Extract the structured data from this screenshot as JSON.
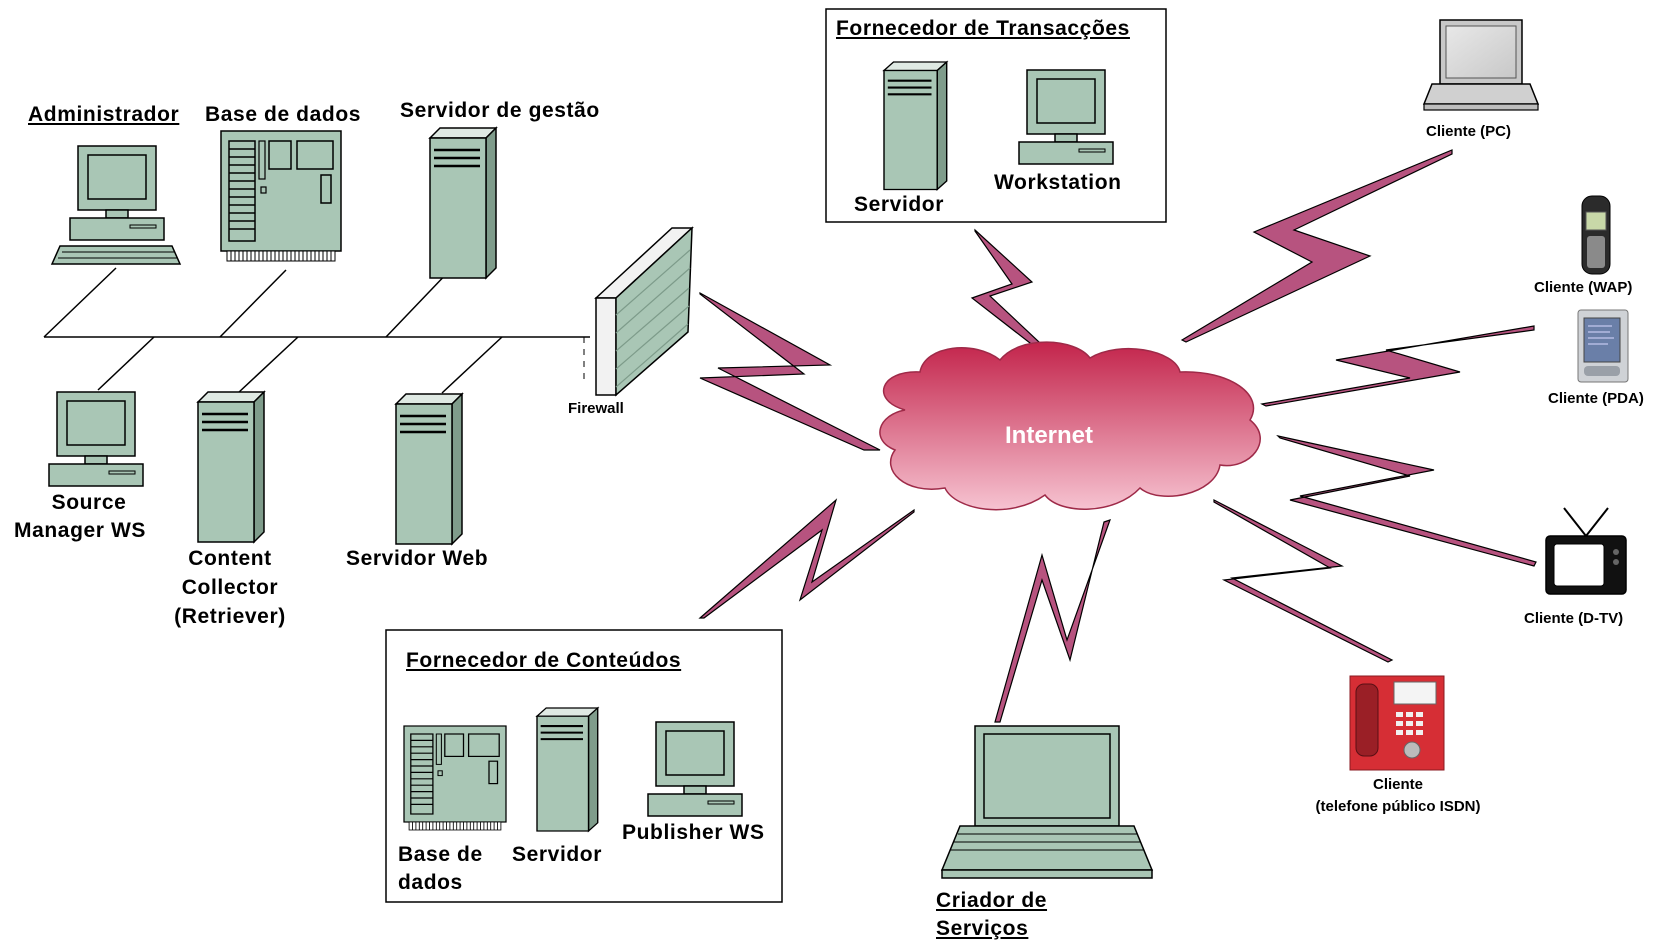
{
  "colors": {
    "device_fill": "#a9c6b5",
    "bolt_fill": "#b7537f",
    "cloud_top": "#c72a50",
    "cloud_bottom": "#f3b7c8",
    "firewall_fill": "#a9c6b5",
    "phone_red": "#d62e35"
  },
  "network": {
    "administrador": "Administrador",
    "base_de_dados": "Base de dados",
    "servidor_gestao": "Servidor de gestão",
    "source_manager_1": "Source",
    "source_manager_2": "Manager WS",
    "content_1": "Content",
    "content_2": "Collector",
    "content_3": "(Retriever)",
    "servidor_web": "Servidor Web",
    "firewall": "Firewall"
  },
  "transacoes": {
    "title": "Fornecedor de Transacções",
    "servidor": "Servidor",
    "workstation": "Workstation"
  },
  "conteudos": {
    "title": "Fornecedor de Conteúdos",
    "base_1": "Base de",
    "base_2": "dados",
    "servidor": "Servidor",
    "publisher": "Publisher WS"
  },
  "internet": "Internet",
  "criador": {
    "line1": "Criador de",
    "line2": "Serviços"
  },
  "clients": {
    "pc": "Cliente (PC)",
    "wap": "Cliente (WAP)",
    "pda": "Cliente (PDA)",
    "dtv": "Cliente (D-TV)",
    "isdn_1": "Cliente",
    "isdn_2": "(telefone público ISDN)"
  }
}
